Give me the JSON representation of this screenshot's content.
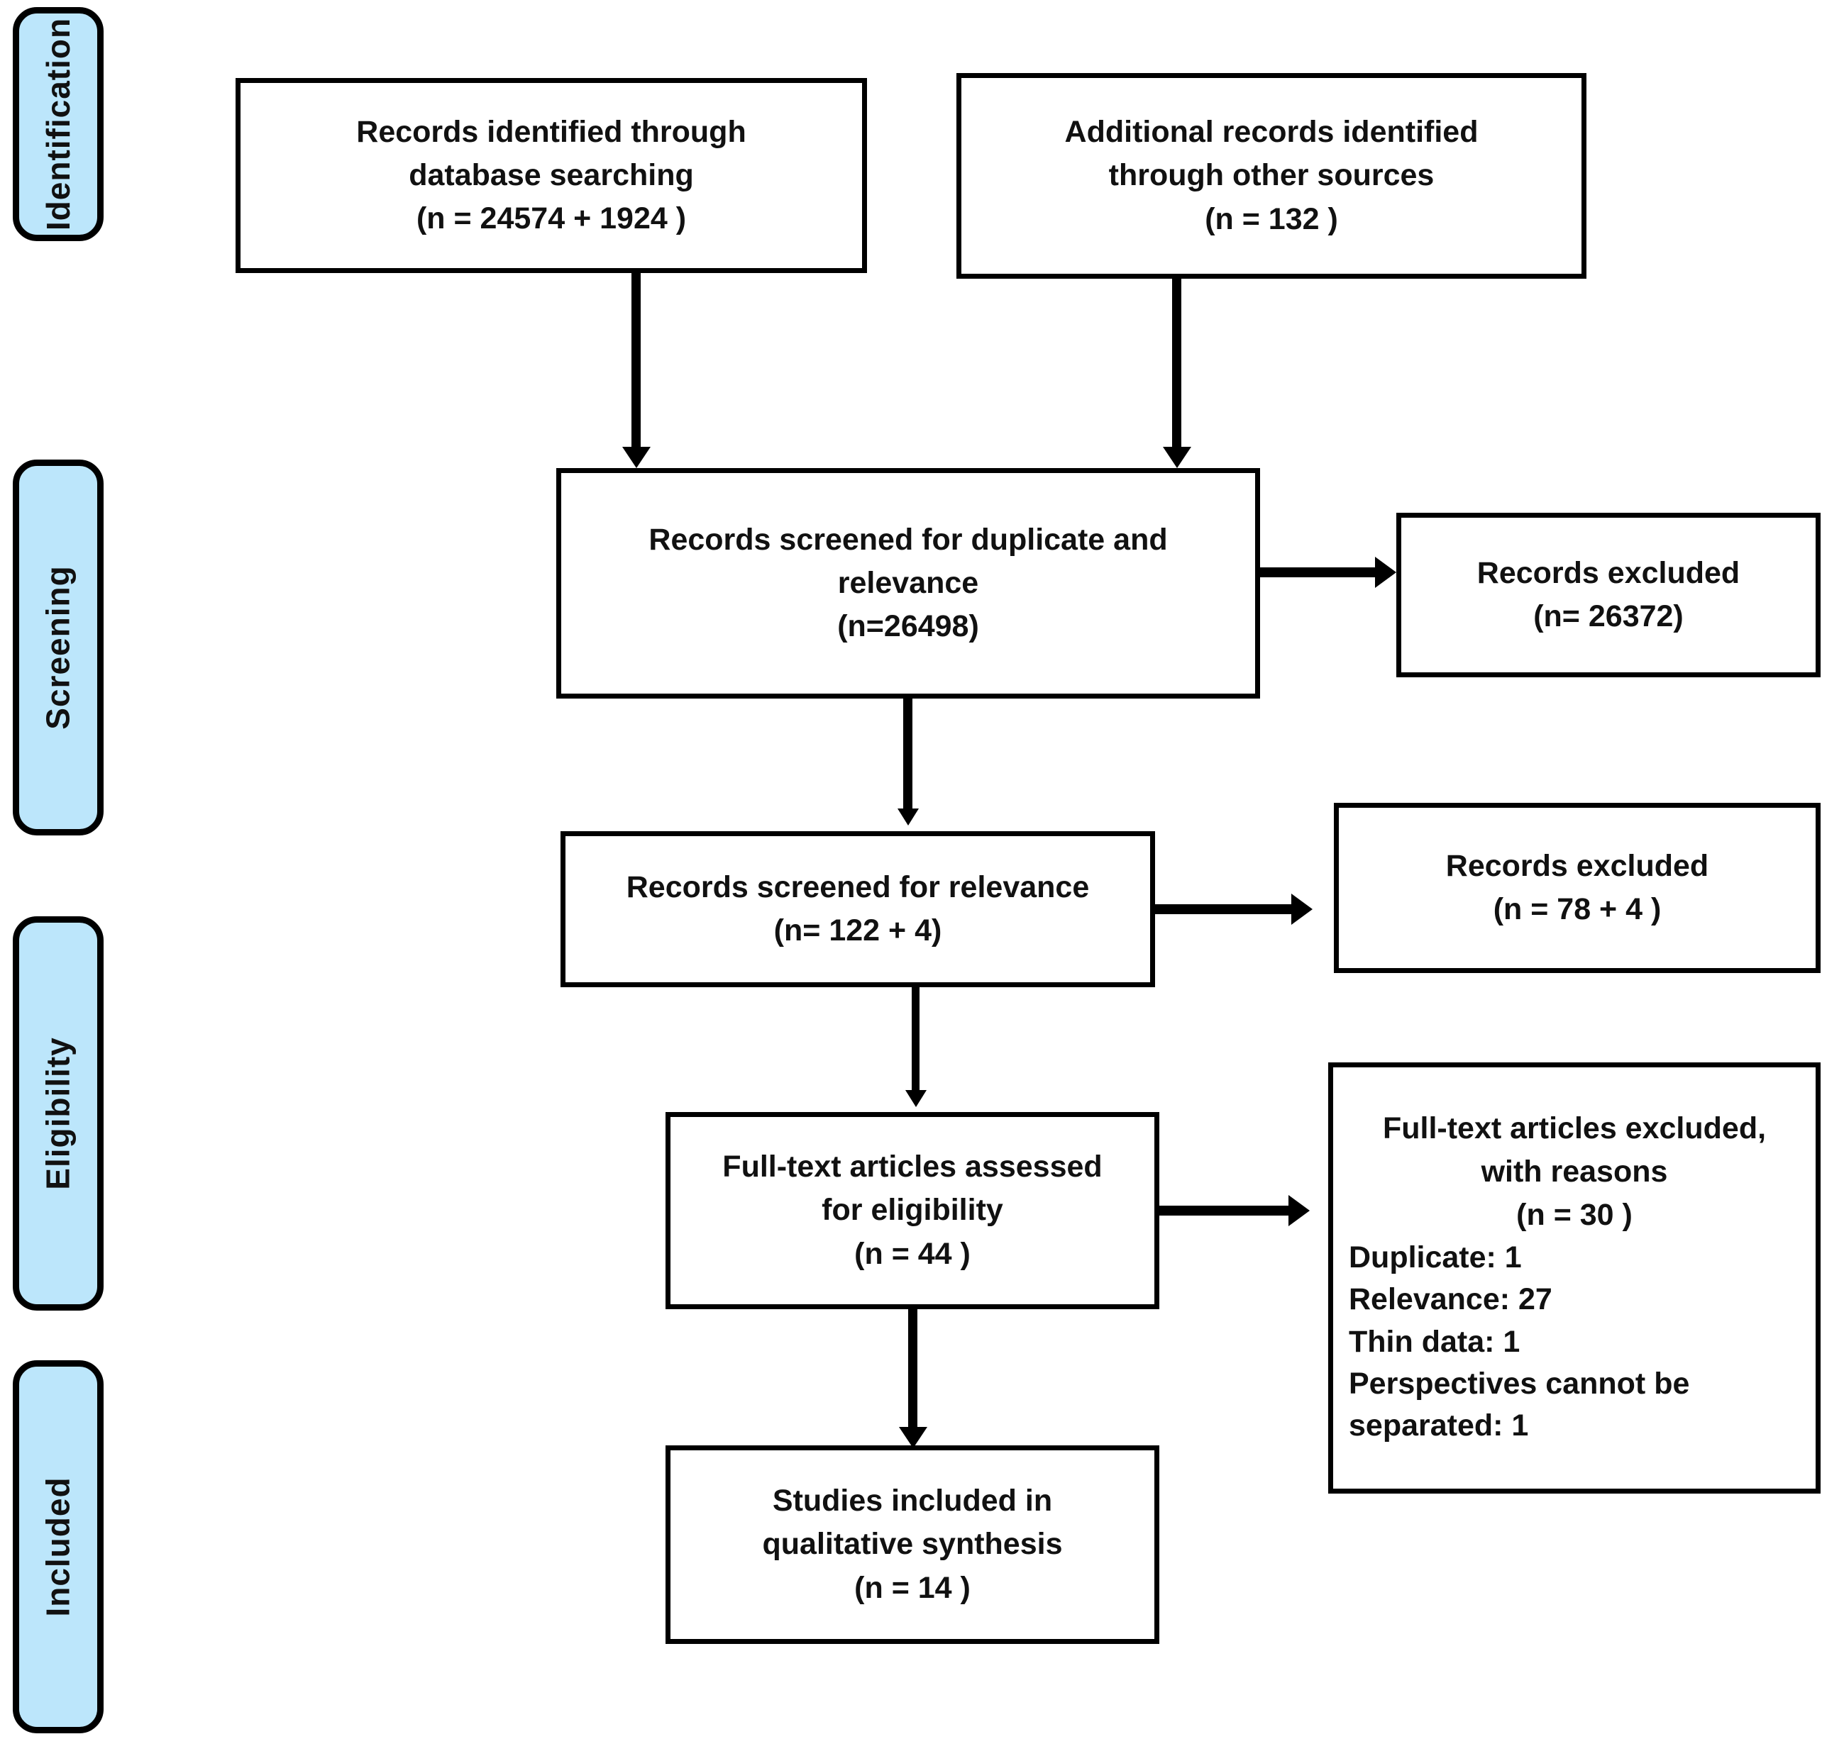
{
  "diagram": {
    "title": "PRISMA flow diagram",
    "accent_color": "#BCE6FB",
    "line_color": "#000000",
    "background": "#FFFFFF"
  },
  "stages": [
    {
      "id": "identification",
      "label": "Identification"
    },
    {
      "id": "screening",
      "label": "Screening"
    },
    {
      "id": "eligibility",
      "label": "Eligibility"
    },
    {
      "id": "included",
      "label": "Included"
    }
  ],
  "boxes": {
    "database_search": {
      "line1": "Records identified through",
      "line2": "database searching",
      "line3": "(n = 24574 + 1924  )"
    },
    "other_sources": {
      "line1": "Additional records identified",
      "line2": "through other sources",
      "line3": "(n =  132 )"
    },
    "screened_duplicate": {
      "line1": "Records screened for duplicate and",
      "line2": "relevance",
      "line3": "(n=26498)"
    },
    "excluded_duplicate": {
      "line1": "Records excluded",
      "line2": "(n= 26372)"
    },
    "screened_relevance": {
      "line1": "Records screened for relevance",
      "line2": "(n= 122 + 4)"
    },
    "excluded_relevance": {
      "line1": "Records excluded",
      "line2": "(n =  78 + 4 )"
    },
    "fulltext_assessed": {
      "line1": "Full-text articles assessed",
      "line2": "for eligibility",
      "line3": "(n = 44 )"
    },
    "fulltext_excluded": {
      "line1": "Full-text articles excluded,",
      "line2": "with reasons",
      "line3": "(n =  30 )",
      "reason1": "Duplicate: 1",
      "reason2": "Relevance: 27",
      "reason3": "Thin data: 1",
      "reason4": "Perspectives cannot be separated: 1"
    },
    "studies_included": {
      "line1": "Studies included in",
      "line2": "qualitative synthesis",
      "line3": "(n =  14 )"
    }
  },
  "chart_data": {
    "type": "diagram",
    "title": "PRISMA flow diagram",
    "stages": [
      "Identification",
      "Screening",
      "Eligibility",
      "Included"
    ],
    "nodes": [
      {
        "id": "database_search",
        "stage": "Identification",
        "label": "Records identified through database searching",
        "n": "24574 + 1924"
      },
      {
        "id": "other_sources",
        "stage": "Identification",
        "label": "Additional records identified through other sources",
        "n": "132"
      },
      {
        "id": "screened_duplicate",
        "stage": "Screening",
        "label": "Records screened for duplicate and relevance",
        "n": "26498"
      },
      {
        "id": "excluded_duplicate",
        "stage": "Screening",
        "label": "Records excluded",
        "n": "26372"
      },
      {
        "id": "screened_relevance",
        "stage": "Screening",
        "label": "Records screened for relevance",
        "n": "122 + 4"
      },
      {
        "id": "excluded_relevance",
        "stage": "Screening",
        "label": "Records excluded",
        "n": "78 + 4"
      },
      {
        "id": "fulltext_assessed",
        "stage": "Eligibility",
        "label": "Full-text articles assessed for eligibility",
        "n": "44"
      },
      {
        "id": "fulltext_excluded",
        "stage": "Eligibility",
        "label": "Full-text articles excluded, with reasons",
        "n": "30",
        "reasons": [
          "Duplicate: 1",
          "Relevance: 27",
          "Thin data: 1",
          "Perspectives cannot be separated: 1"
        ]
      },
      {
        "id": "studies_included",
        "stage": "Included",
        "label": "Studies included in qualitative synthesis",
        "n": "14"
      }
    ],
    "edges": [
      {
        "from": "database_search",
        "to": "screened_duplicate",
        "direction": "down"
      },
      {
        "from": "other_sources",
        "to": "screened_duplicate",
        "direction": "down"
      },
      {
        "from": "screened_duplicate",
        "to": "excluded_duplicate",
        "direction": "right"
      },
      {
        "from": "screened_duplicate",
        "to": "screened_relevance",
        "direction": "down"
      },
      {
        "from": "screened_relevance",
        "to": "excluded_relevance",
        "direction": "right"
      },
      {
        "from": "screened_relevance",
        "to": "fulltext_assessed",
        "direction": "down"
      },
      {
        "from": "fulltext_assessed",
        "to": "fulltext_excluded",
        "direction": "right"
      },
      {
        "from": "fulltext_assessed",
        "to": "studies_included",
        "direction": "down"
      }
    ]
  }
}
